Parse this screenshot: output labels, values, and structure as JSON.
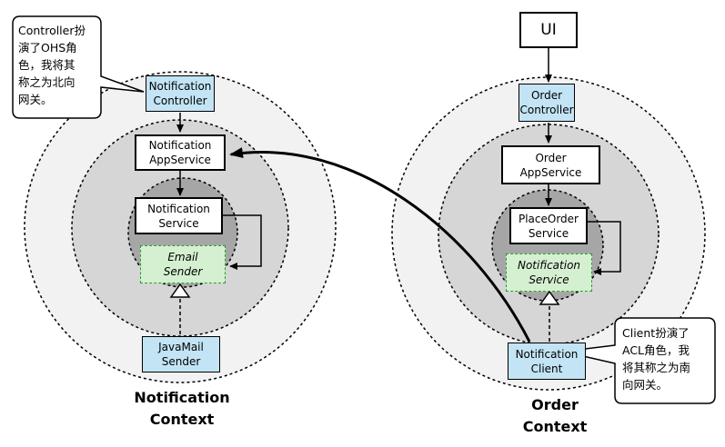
{
  "notification_context": {
    "title_line1": "Notification",
    "title_line2": "Context",
    "controller": {
      "line1": "Notification",
      "line2": "Controller"
    },
    "app_service": {
      "line1": "Notification",
      "line2": "AppService"
    },
    "service": {
      "line1": "Notification",
      "line2": "Service"
    },
    "email_sender": {
      "line1": "Email",
      "line2": "Sender"
    },
    "javamail_sender": {
      "line1": "JavaMail",
      "line2": "Sender"
    }
  },
  "order_context": {
    "title_line1": "Order",
    "title_line2": "Context",
    "ui": "UI",
    "controller": {
      "line1": "Order",
      "line2": "Controller"
    },
    "app_service": {
      "line1": "Order",
      "line2": "AppService"
    },
    "place_order_service": {
      "line1": "PlaceOrder",
      "line2": "Service"
    },
    "notification_service": {
      "line1": "Notification",
      "line2": "Service"
    },
    "notification_client": {
      "line1": "Notification",
      "line2": "Client"
    }
  },
  "callouts": {
    "ohs": [
      "Controller扮",
      "演了OHS角",
      "色，我将其",
      "称之为北向",
      "网关。"
    ],
    "acl": [
      "Client扮演了",
      "ACL角色，我",
      "将其称之为南",
      "向网关。"
    ]
  },
  "colors": {
    "outer_ring": "#f2f2f2",
    "middle_ring": "#d6d6d6",
    "inner_ring": "#a6a6a6",
    "controller_fill": "#c3e4f4",
    "impl_fill": "#d5f0d0",
    "impl_border": "#2a9a3a"
  }
}
